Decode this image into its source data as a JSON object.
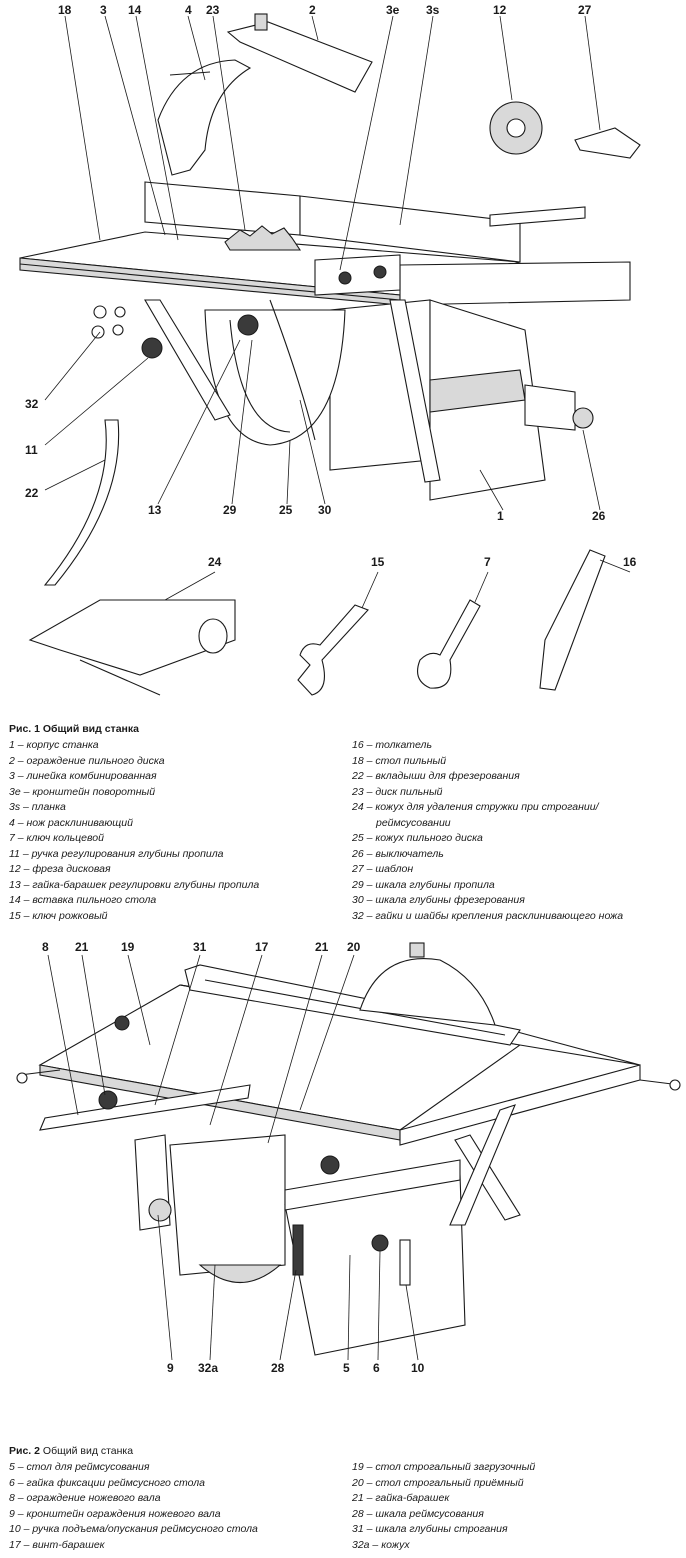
{
  "figure1": {
    "title": "Рис. 1 Общий вид станка",
    "callouts": [
      "18",
      "3",
      "14",
      "4",
      "23",
      "2",
      "3е",
      "3s",
      "12",
      "27",
      "32",
      "11",
      "22",
      "13",
      "29",
      "25",
      "30",
      "1",
      "26",
      "24",
      "15",
      "7",
      "16"
    ],
    "legend_left": [
      "1 – корпус станка",
      "2 – ограждение пильного диска",
      "3 – линейка комбинированная",
      "3е – кронштейн поворотный",
      "3s – планка",
      "4 – нож расклинивающий",
      "7 – ключ кольцевой",
      "11 – ручка регулирования глубины пропила",
      "12 – фреза дисковая",
      "13 – гайка-барашек регулировки глубины пропила",
      "14 – вставка пильного стола",
      "15 – ключ рожковый"
    ],
    "legend_right": [
      "16 – толкатель",
      "18 – стол пильный",
      "22 – вкладыши для фрезерования",
      "23 – диск пильный",
      "24 – кожух для удаления стружки при строгании/",
      "реймсусовании",
      "25 – кожух пильного диска",
      "26 – выключатель",
      "27 – шаблон",
      "29 – шкала глубины пропила",
      "30 – шкала глубины фрезерования",
      "32 – гайки и шайбы крепления расклинивающего ножа"
    ]
  },
  "figure2": {
    "title": "Рис. 2",
    "title_rest": " Общий вид станка",
    "callouts": [
      "8",
      "21",
      "19",
      "31",
      "17",
      "21",
      "20",
      "9",
      "32а",
      "28",
      "5",
      "6",
      "10"
    ],
    "legend_left": [
      "5 – стол для реймсусования",
      "6 – гайка фиксации реймсусного стола",
      "8 – ограждение ножевого вала",
      "9 – кронштейн ограждения ножевого вала",
      "10 – ручка подъема/опускания реймсусного стола",
      "17 – винт-барашек"
    ],
    "legend_right": [
      "19 – стол строгальный загрузочный",
      "20 – стол строгальный приёмный",
      "21 – гайка-барашек",
      "28 – шкала реймсусования",
      "31 – шкала глубины строгания",
      "32а – кожух"
    ]
  }
}
